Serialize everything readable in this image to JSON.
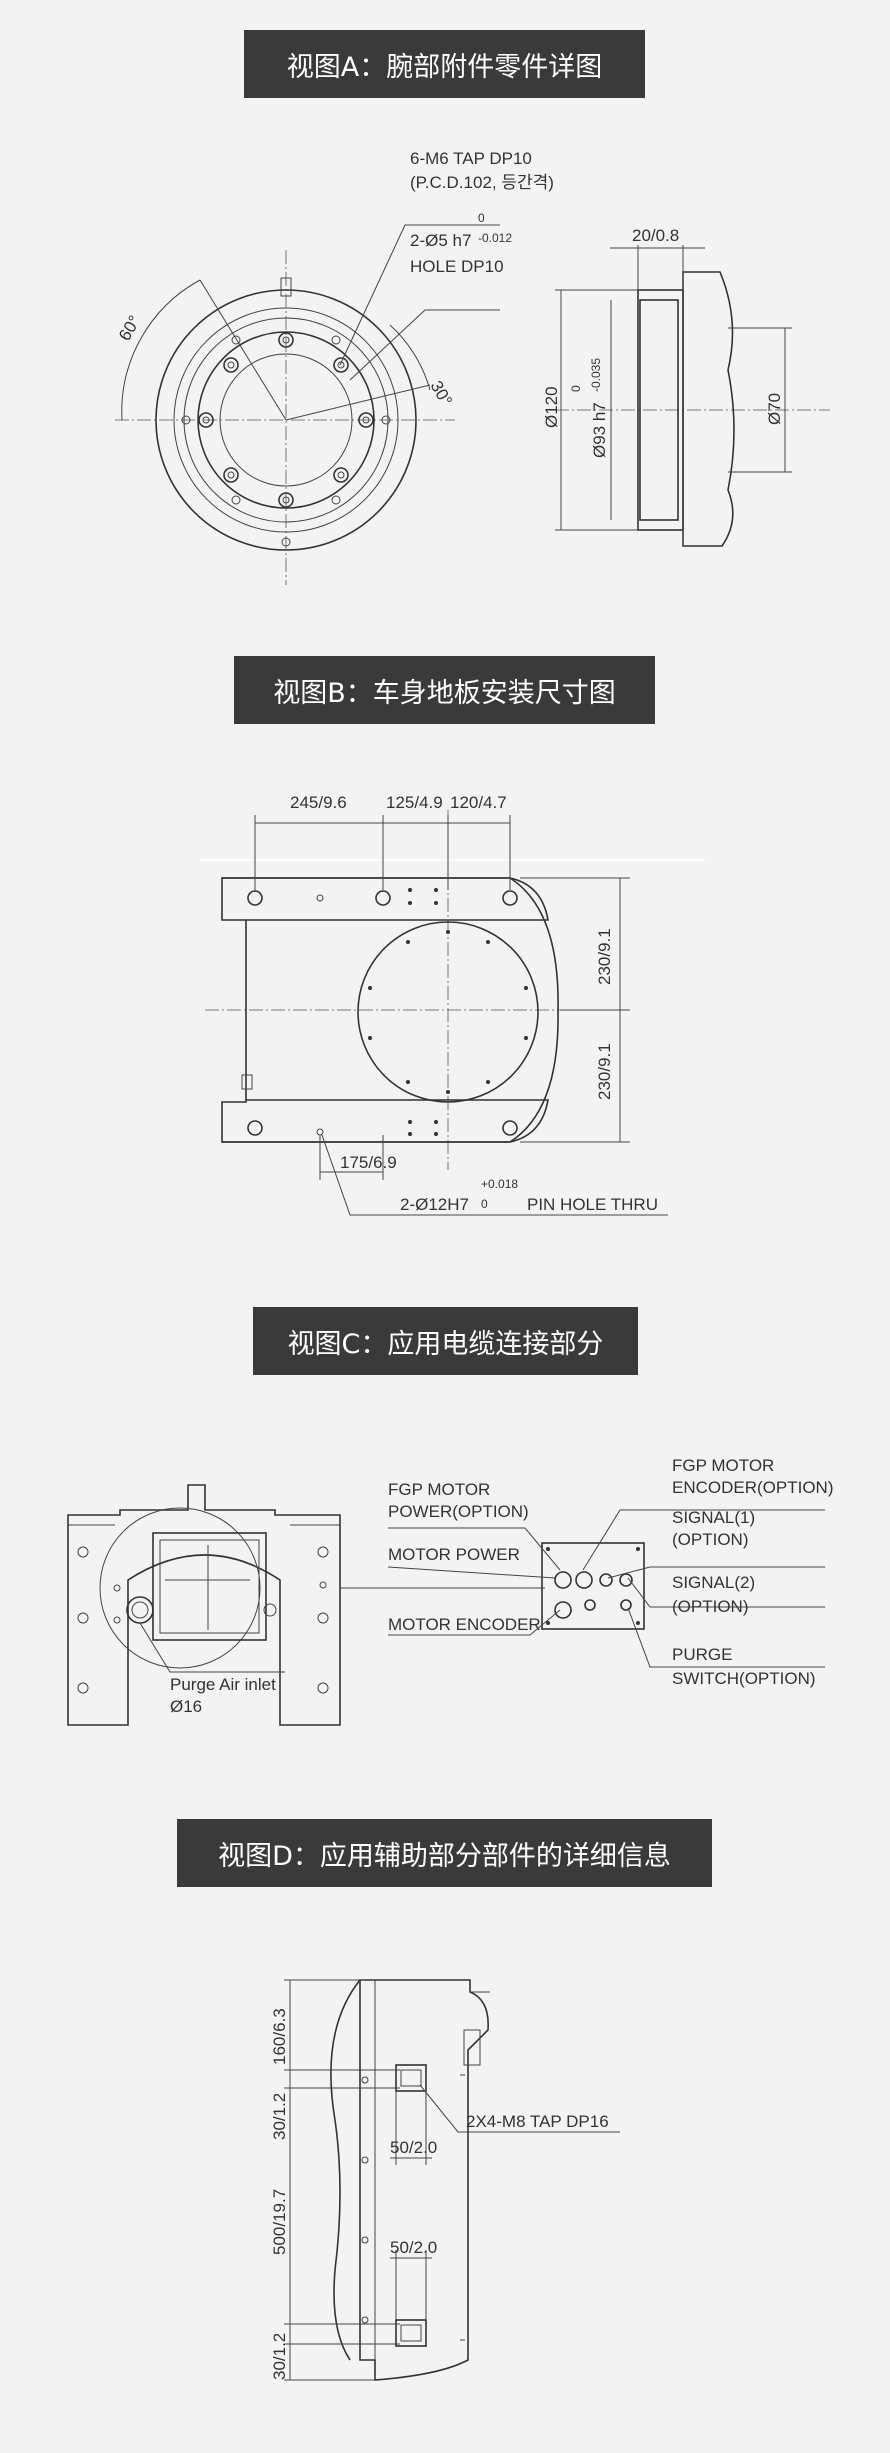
{
  "views": [
    {
      "title": "视图A：腕部附件零件详图"
    },
    {
      "title": "视图B：车身地板安装尺寸图"
    },
    {
      "title": "视图C：应用电缆连接部分"
    },
    {
      "title": "视图D：应用辅助部分部件的详细信息"
    }
  ],
  "view_a": {
    "tap_line1": "6-M6 TAP DP10",
    "tap_line2": "(P.C.D.102, 등간격)",
    "hole_main": "2-Ø5 h7",
    "hole_upper": "0",
    "hole_lower": "-0.012",
    "hole_line2": "HOLE DP10",
    "angle_60": "60°",
    "angle_30": "30°",
    "dim_20": "20/0.8",
    "dim_120": "Ø120",
    "dim_93_main": "Ø93 h7",
    "dim_93_upper": "0",
    "dim_93_lower": "-0.035",
    "dim_70": "Ø70"
  },
  "view_b": {
    "dim_245": "245/9.6",
    "dim_125": "125/4.9",
    "dim_120": "120/4.7",
    "dim_230_top": "230/9.1",
    "dim_230_bottom": "230/9.1",
    "dim_175": "175/6.9",
    "pin_main": "2-Ø12H7",
    "pin_upper": "+0.018",
    "pin_lower": "0",
    "pin_text": "PIN HOLE THRU"
  },
  "view_c": {
    "fgp_power_1": "FGP MOTOR",
    "fgp_power_2": "POWER(OPTION)",
    "motor_power": "MOTOR POWER",
    "motor_encoder": "MOTOR ENCODER",
    "fgp_enc_1": "FGP MOTOR",
    "fgp_enc_2": "ENCODER(OPTION)",
    "signal1_1": "SIGNAL(1)",
    "signal1_2": "(OPTION)",
    "signal2_1": "SIGNAL(2)",
    "signal2_2": "(OPTION)",
    "purge_1": "PURGE",
    "purge_2": "SWITCH(OPTION)",
    "purge_air_1": "Purge Air inlet",
    "purge_air_2": "Ø16"
  },
  "view_d": {
    "dim_160": "160/6.3",
    "dim_30_top": "30/1.2",
    "dim_500": "500/19.7",
    "dim_30_bottom": "30/1.2",
    "dim_50_top": "50/2.0",
    "dim_50_bottom": "50/2.0",
    "tap_text": "2X4-M8 TAP DP16"
  }
}
